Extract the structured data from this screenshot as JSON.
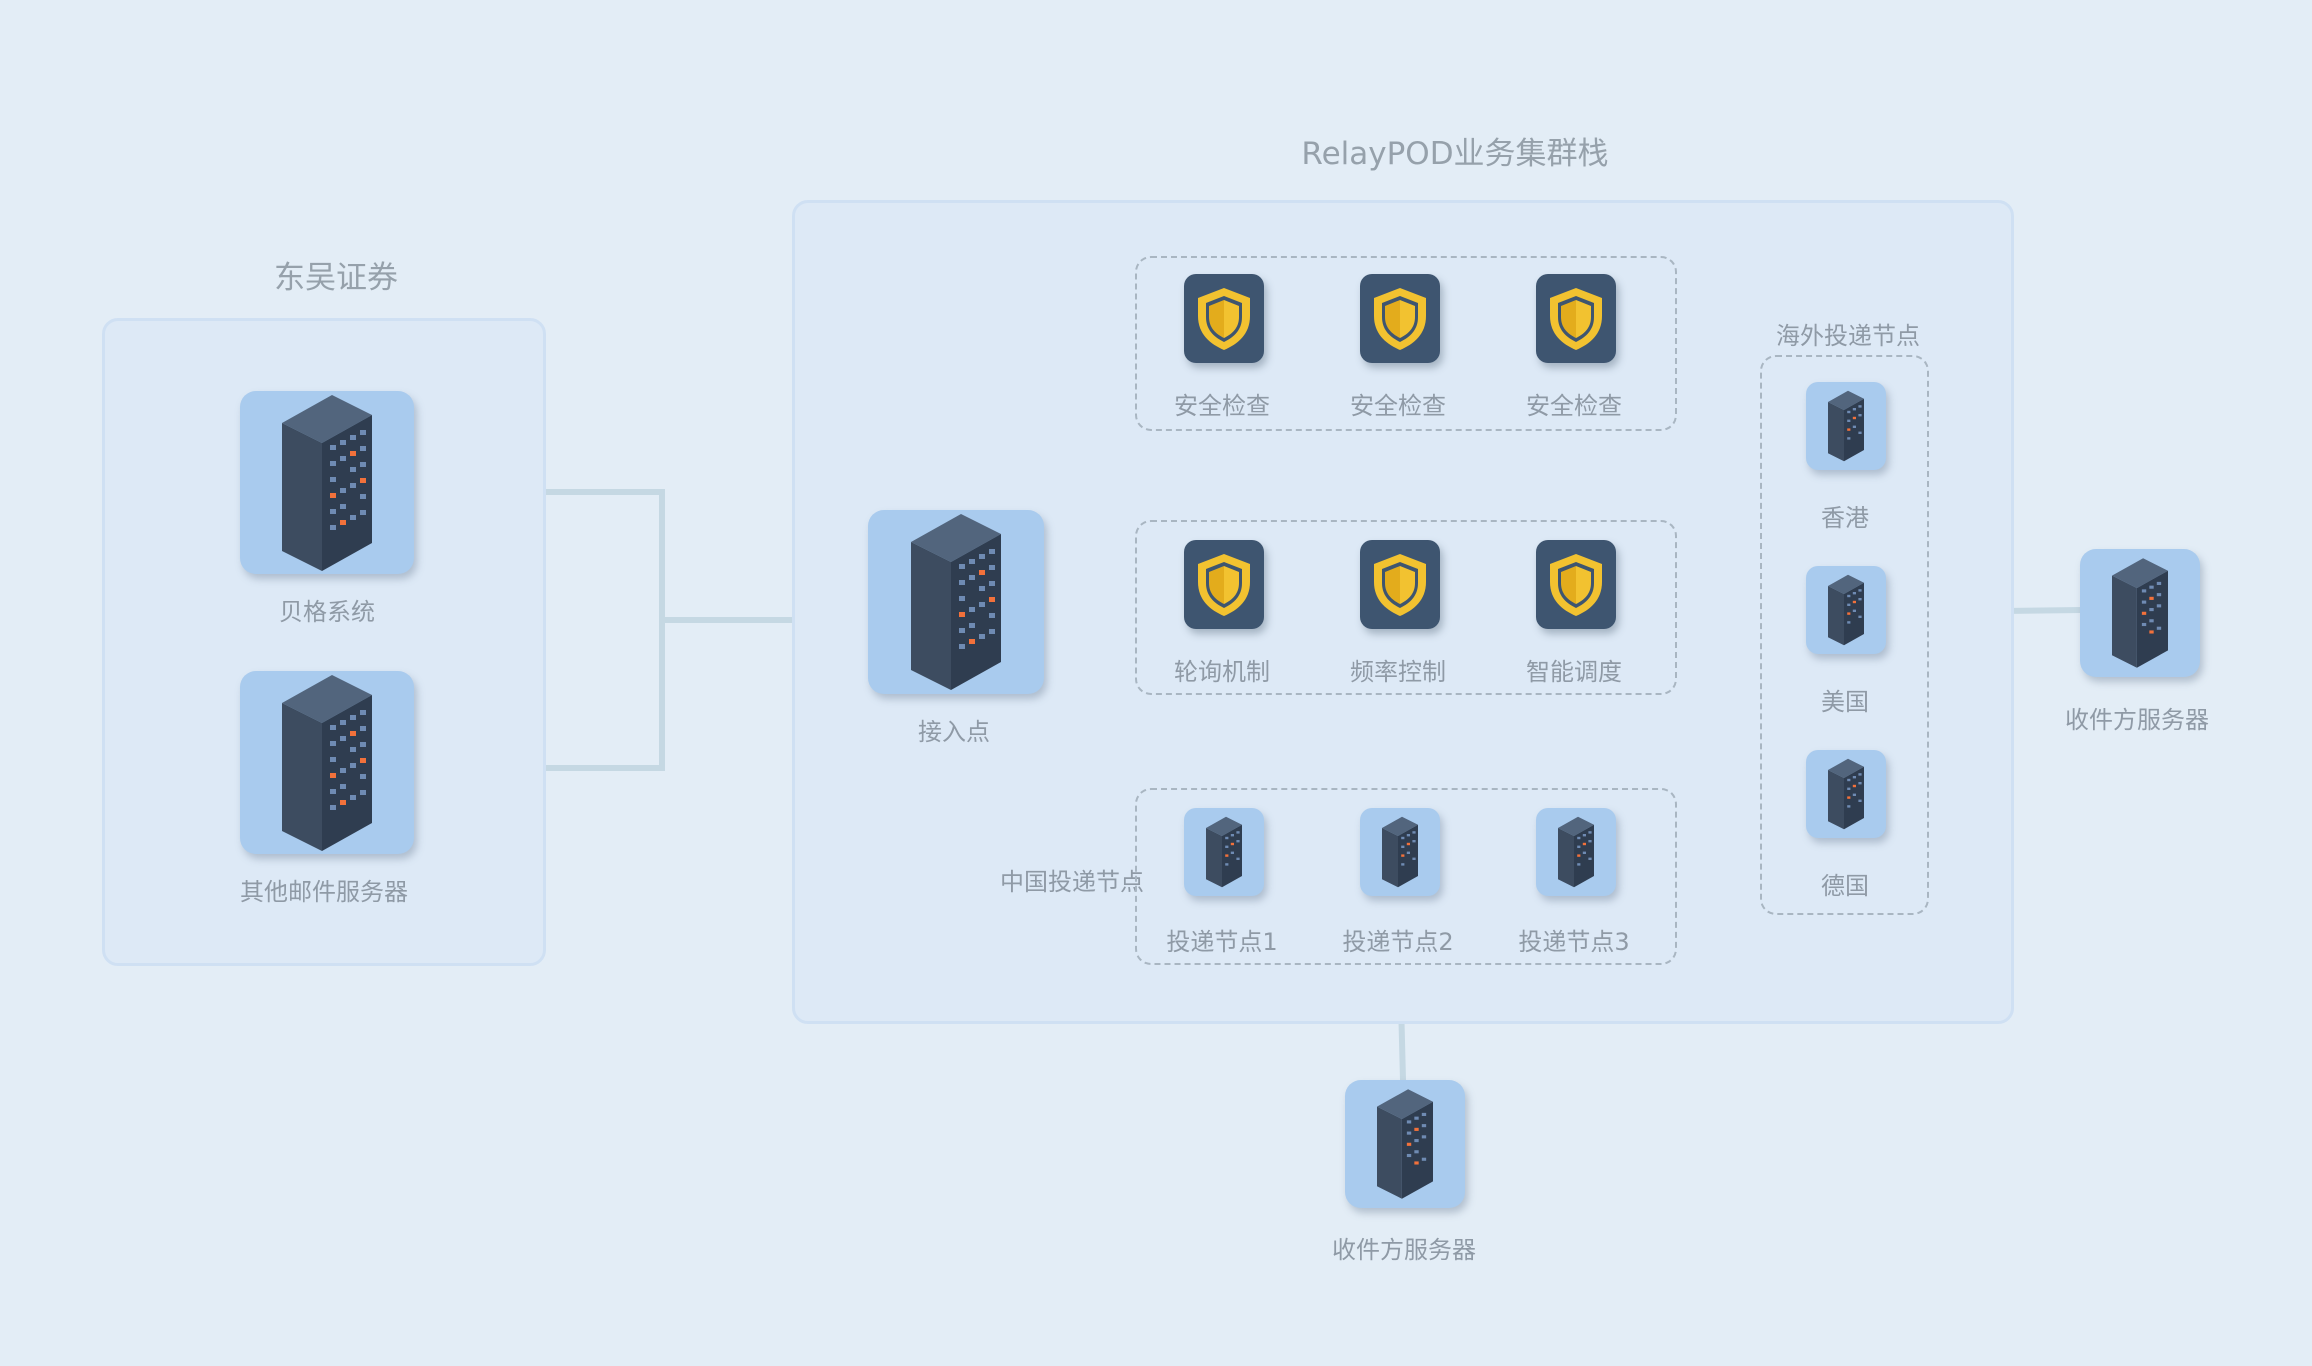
{
  "groups": {
    "client_title": "东吴证券",
    "relay_title": "RelayPOD业务集群栈",
    "overseas_title": "海外投递节点",
    "china_title": "中国投递节点"
  },
  "client": {
    "server1": "贝格系统",
    "server2": "其他邮件服务器"
  },
  "access_point": "接入点",
  "security_row": [
    "安全检查",
    "安全检查",
    "安全检查"
  ],
  "control_row": [
    "轮询机制",
    "频率控制",
    "智能调度"
  ],
  "china_nodes": [
    "投递节点1",
    "投递节点2",
    "投递节点3"
  ],
  "overseas_nodes": [
    "香港",
    "美国",
    "德国"
  ],
  "receivers": {
    "right": "收件方服务器",
    "bottom": "收件方服务器"
  },
  "colors": {
    "background": "#e3edf6",
    "tile": "#a9cbee",
    "shield_bg": "#3e5570",
    "shield_gold": "#f2c230",
    "connector": "#c5d8e3"
  },
  "icons": {
    "server": "server-rack-icon",
    "shield": "shield-icon"
  }
}
